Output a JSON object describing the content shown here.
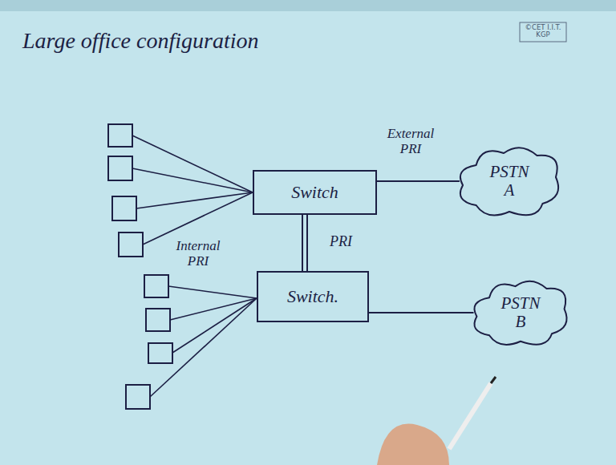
{
  "diagram": {
    "title": "Large office configuration",
    "nodes": [
      {
        "text": [
          "Switch"
        ]
      },
      {
        "text": [
          "PSTN A"
        ]
      },
      {
        "text": [
          "Switch."
        ]
      },
      {
        "text": [
          "PSTN B"
        ]
      }
    ],
    "edges": [
      {
        "from": 0,
        "to": 1,
        "label": "External PRI",
        "arrow": "none"
      },
      {
        "from": 0,
        "to": 2,
        "label": "PRI",
        "arrow": "none"
      },
      {
        "from": 2,
        "to": 3,
        "arrow": "none"
      }
    ],
    "labels": [
      "©CET I.I.T. KGP",
      "Internal PRI"
    ]
  }
}
